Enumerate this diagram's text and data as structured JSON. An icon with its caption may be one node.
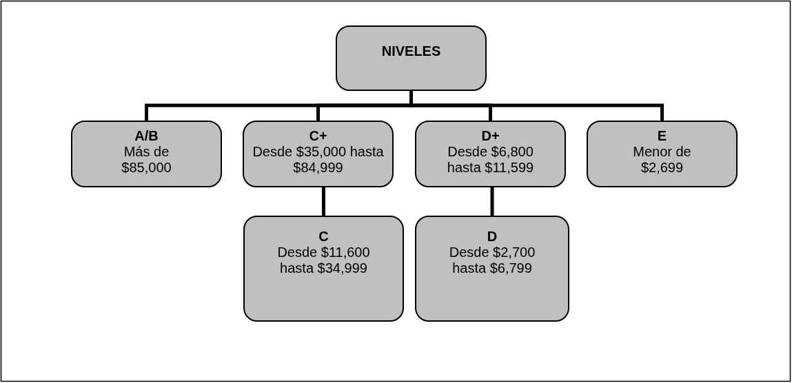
{
  "diagram": {
    "nodes": [
      {
        "text": [
          "NIVELES"
        ]
      },
      {
        "text": [
          "A/B",
          "Más de $85,000"
        ]
      },
      {
        "text": [
          "C+",
          "Desde $35,000 hasta $84,999"
        ]
      },
      {
        "text": [
          "D+",
          "Desde $6,800 hasta $11,599"
        ]
      },
      {
        "text": [
          "E",
          "Menor de $2,699"
        ]
      },
      {
        "text": [
          "C",
          "Desde $11,600 hasta $34,999"
        ]
      },
      {
        "text": [
          "D",
          "Desde $2,700 hasta $6,799"
        ]
      }
    ],
    "edges": [
      {
        "from": 0,
        "to": 1,
        "arrow": "none"
      },
      {
        "from": 0,
        "to": 2,
        "arrow": "none"
      },
      {
        "from": 0,
        "to": 3,
        "arrow": "none"
      },
      {
        "from": 0,
        "to": 4,
        "arrow": "none"
      },
      {
        "from": 2,
        "to": 5,
        "arrow": "none"
      },
      {
        "from": 3,
        "to": 6,
        "arrow": "none"
      }
    ]
  }
}
